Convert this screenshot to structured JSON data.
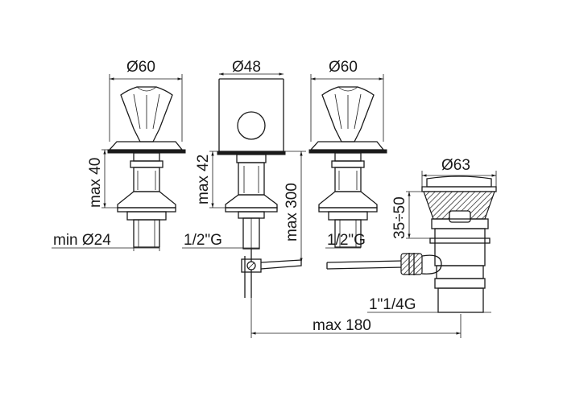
{
  "dimensions": {
    "handle_left_diameter": "Ø60",
    "spout_diameter": "Ø48",
    "handle_right_diameter": "Ø60",
    "waste_cap_diameter": "Ø63",
    "left_valve_height": "max 40",
    "spout_height": "max 42",
    "rod_length": "max 300",
    "waste_range": "35÷50",
    "left_thread_diameter": "min Ø24",
    "spout_thread": "1/2\"G",
    "right_thread": "1/2\"G",
    "waste_thread": "1\"1/4G",
    "waste_distance": "max 180"
  }
}
